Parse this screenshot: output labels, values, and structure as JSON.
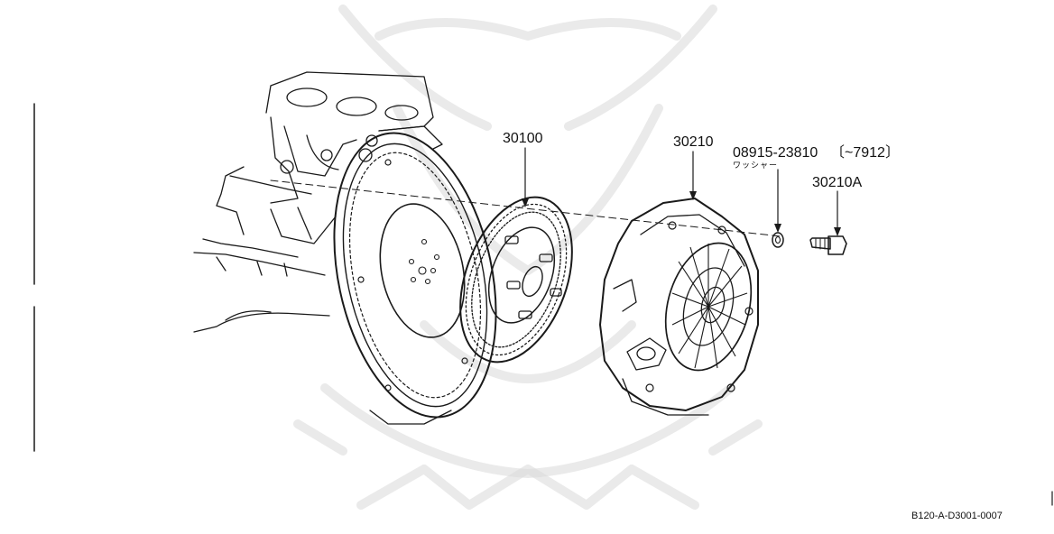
{
  "diagram": {
    "parts": {
      "clutch_disc": "30100",
      "clutch_cover": "30210",
      "washer": "08915-23810",
      "washer_note": "ワッシャー",
      "date_range": "〔~7912〕",
      "bolt": "30210A"
    },
    "reference_code": "B120-A-D3001-0007"
  },
  "colors": {
    "ink": "#1a1a1a",
    "watermark": "#d9d9d9",
    "background": "#ffffff"
  }
}
